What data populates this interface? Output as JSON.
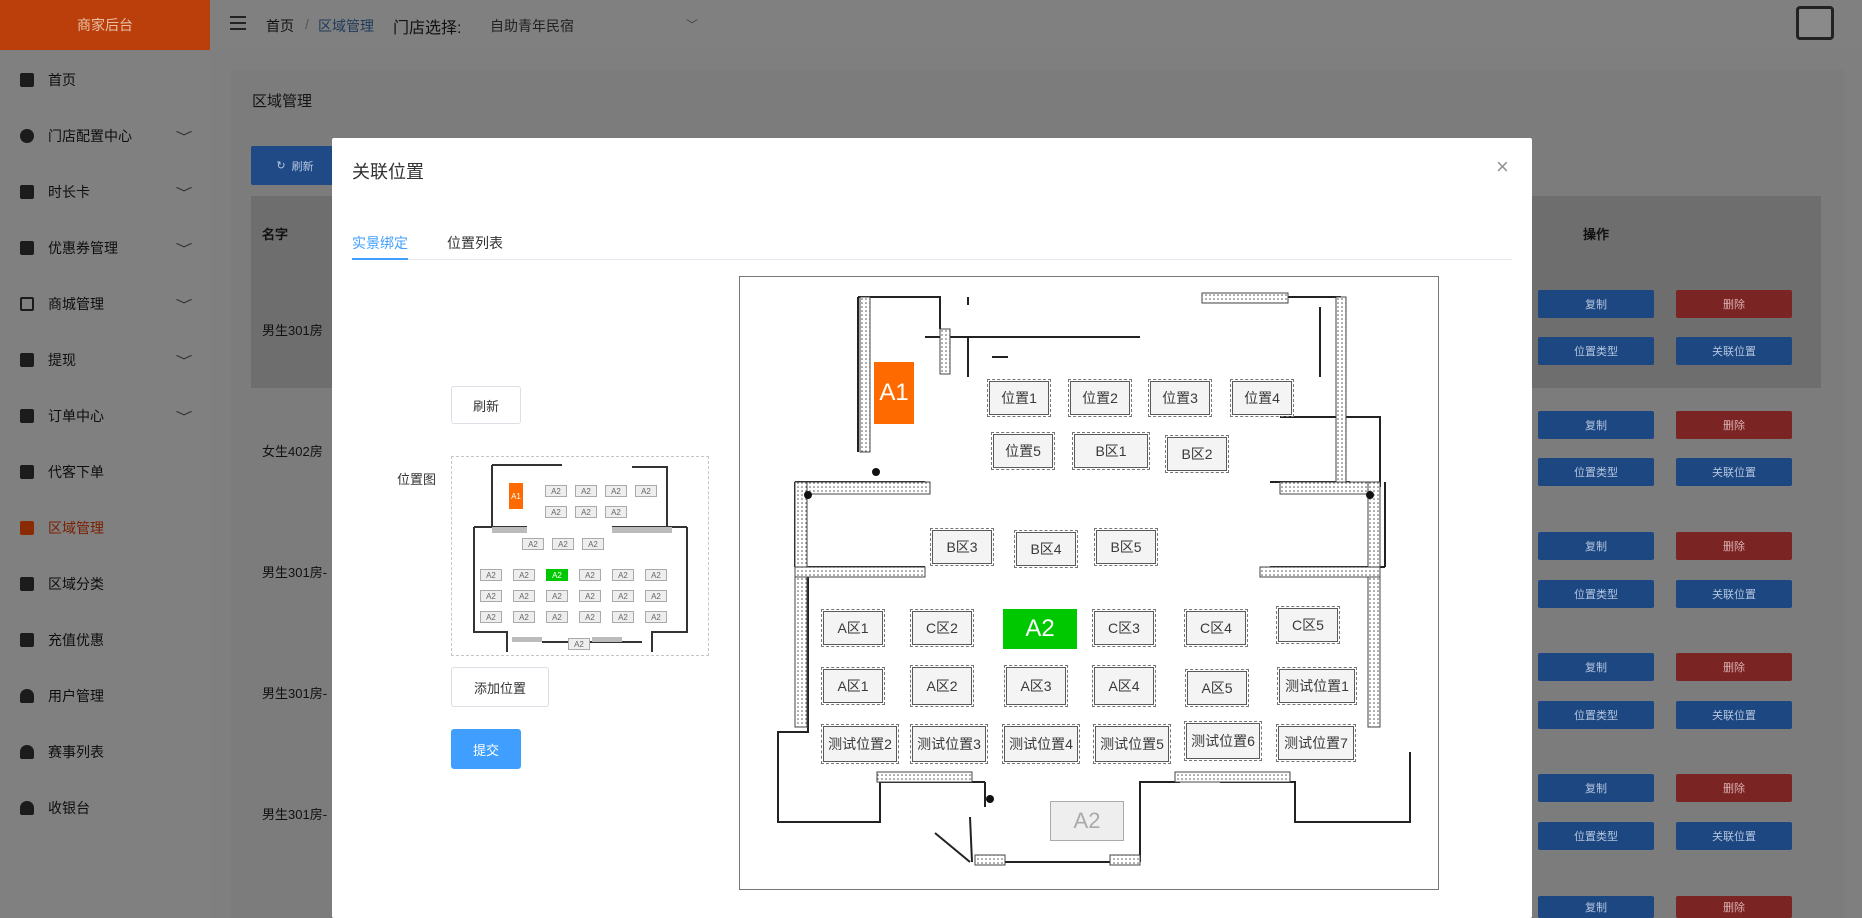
{
  "brand": {
    "title": "商家后台"
  },
  "breadcrumb": {
    "home": "首页",
    "sep": "/",
    "current": "区域管理"
  },
  "store_select": {
    "label": "门店选择:",
    "value": "自助青年民宿"
  },
  "sidebar": {
    "items": [
      {
        "label": "首页"
      },
      {
        "label": "门店配置中心",
        "chevron": "﹀"
      },
      {
        "label": "时长卡",
        "chevron": "﹀"
      },
      {
        "label": "优惠券管理",
        "chevron": "﹀"
      },
      {
        "label": "商城管理",
        "chevron": "﹀"
      },
      {
        "label": "提现",
        "chevron": "﹀"
      },
      {
        "label": "订单中心",
        "chevron": "﹀"
      },
      {
        "label": "代客下单"
      },
      {
        "label": "区域管理"
      },
      {
        "label": "区域分类"
      },
      {
        "label": "充值优惠"
      },
      {
        "label": "用户管理"
      },
      {
        "label": "赛事列表"
      },
      {
        "label": "收银台"
      }
    ]
  },
  "page": {
    "title": "区域管理",
    "refresh": "刷新"
  },
  "table": {
    "headers": {
      "name": "名字",
      "actions": "操作"
    },
    "rows": [
      {
        "name": "男生301房"
      },
      {
        "name": "女生402房"
      },
      {
        "name": "男生301房-"
      },
      {
        "name": "男生301房-"
      },
      {
        "name": "男生301房-"
      }
    ],
    "actions": {
      "copy": "复制",
      "delete": "删除",
      "type": "位置类型",
      "link": "关联位置"
    }
  },
  "modal": {
    "title": "关联位置",
    "close": "×",
    "tabs": [
      "实景绑定",
      "位置列表"
    ],
    "refresh_btn": "刷新",
    "map_label": "位置图",
    "add_btn": "添加位置",
    "submit_btn": "提交"
  },
  "thumb": {
    "a1": "A1",
    "seat": "A2"
  },
  "plan": {
    "a1": "A1",
    "a2": "A2",
    "a2_bottom": "A2",
    "seats": [
      "位置1",
      "位置2",
      "位置3",
      "位置4",
      "位置5",
      "B区1",
      "B区2",
      "B区3",
      "B区4",
      "B区5",
      "A区1",
      "C区2",
      "C区3",
      "C区4",
      "C区5",
      "A区1",
      "A区2",
      "A区3",
      "A区4",
      "A区5",
      "测试位置1",
      "测试位置2",
      "测试位置3",
      "测试位置4",
      "测试位置5",
      "测试位置6",
      "测试位置7"
    ],
    "ghost": "A2"
  },
  "colors": {
    "accent": "#409eff",
    "orange": "#ff6a00",
    "green": "#00c800",
    "primary": "#2d6ad9",
    "danger": "#e64545"
  }
}
